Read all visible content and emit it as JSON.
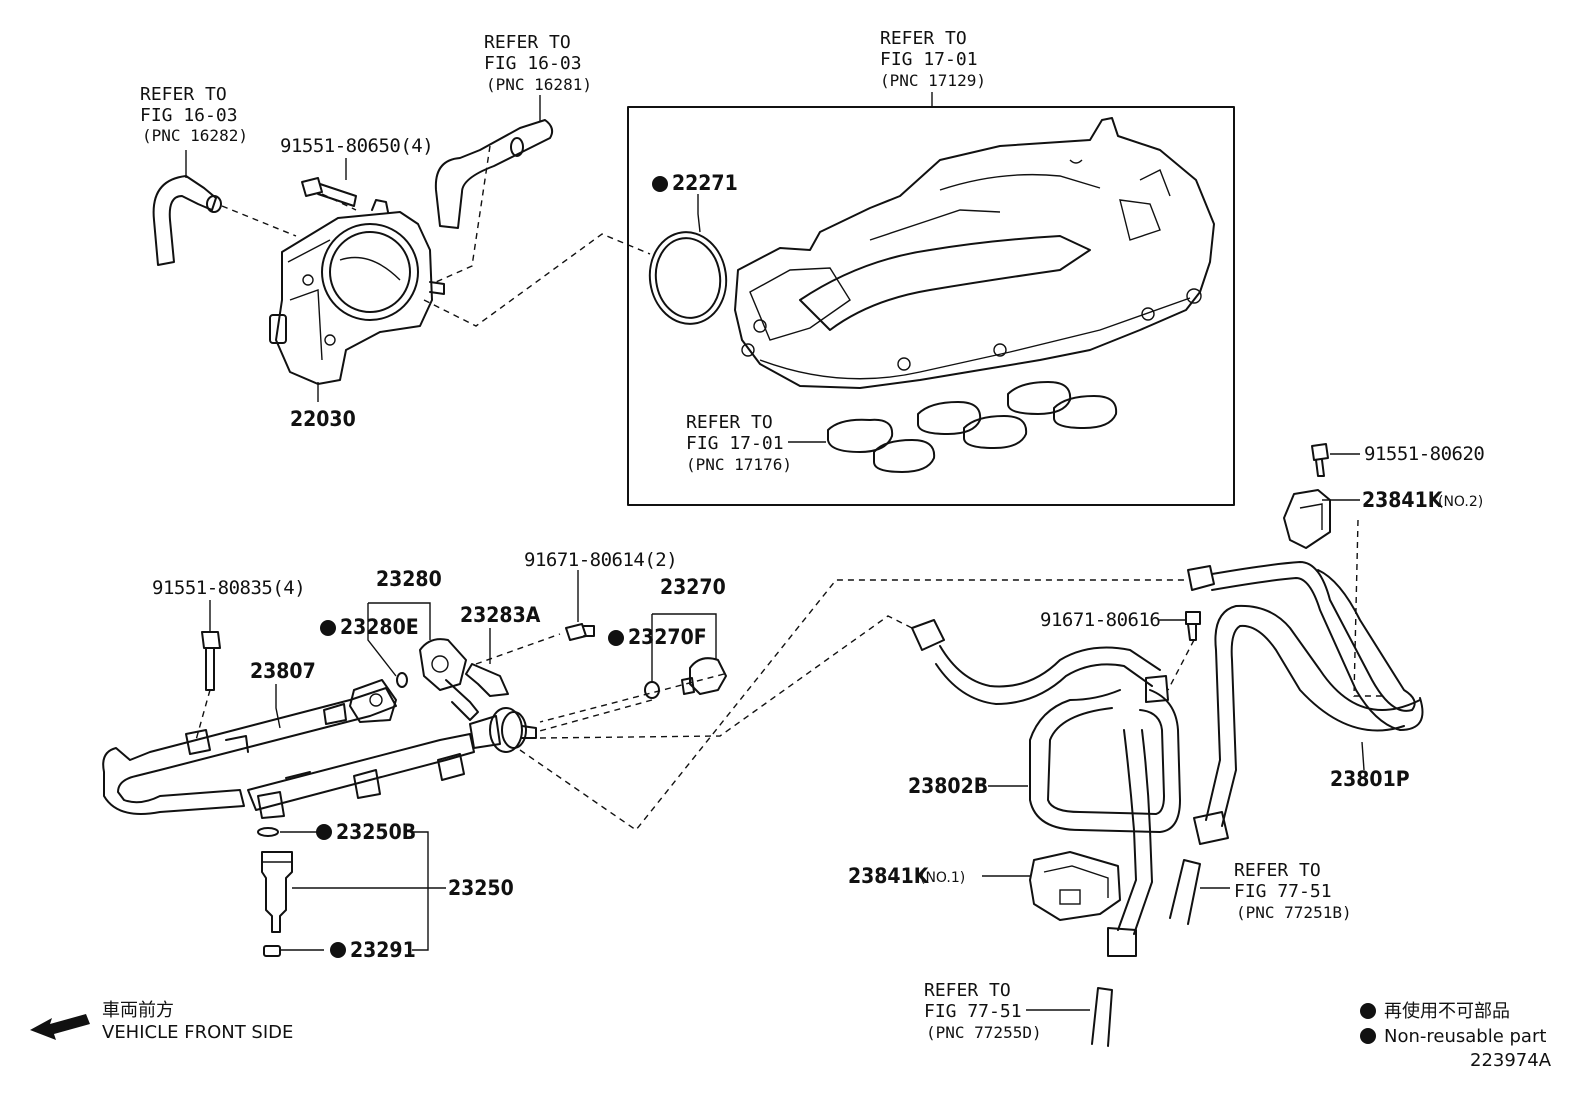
{
  "refs": {
    "ref_16282": {
      "l1": "REFER TO",
      "l2": "FIG 16-03",
      "l3": "(PNC 16282)"
    },
    "ref_16281": {
      "l1": "REFER TO",
      "l2": "FIG 16-03",
      "l3": "(PNC 16281)"
    },
    "ref_17129": {
      "l1": "REFER TO",
      "l2": "FIG 17-01",
      "l3": "(PNC 17129)"
    },
    "ref_17176": {
      "l1": "REFER TO",
      "l2": "FIG 17-01",
      "l3": "(PNC 17176)"
    },
    "ref_77251b": {
      "l1": "REFER TO",
      "l2": "FIG 77-51",
      "l3": "(PNC 77251B)"
    },
    "ref_77255d": {
      "l1": "REFER TO",
      "l2": "FIG 77-51",
      "l3": "(PNC 77255D)"
    }
  },
  "parts": {
    "p91551_80650": "91551-80650(4)",
    "p22271": "22271",
    "p22030": "22030",
    "p91551_80620": "91551-80620",
    "p23841k_no2": "23841K",
    "p23841k_no2_sub": "(NO.2)",
    "p91671_80614": "91671-80614(2)",
    "p23280": "23280",
    "p23270": "23270",
    "p91551_80835": "91551-80835(4)",
    "p23280e": "23280E",
    "p23283a": "23283A",
    "p23270f": "23270F",
    "p91671_80616": "91671-80616",
    "p23807": "23807",
    "p23801p": "23801P",
    "p23802b": "23802B",
    "p23250b": "23250B",
    "p23250": "23250",
    "p23841k_no1": "23841K",
    "p23841k_no1_sub": "(NO.1)",
    "p23291": "23291"
  },
  "direction": {
    "jp": "車両前方",
    "en": "VEHICLE FRONT SIDE"
  },
  "legend": {
    "jp": "再使用不可部品",
    "en": "Non-reusable part"
  },
  "figure_id": "223974A"
}
